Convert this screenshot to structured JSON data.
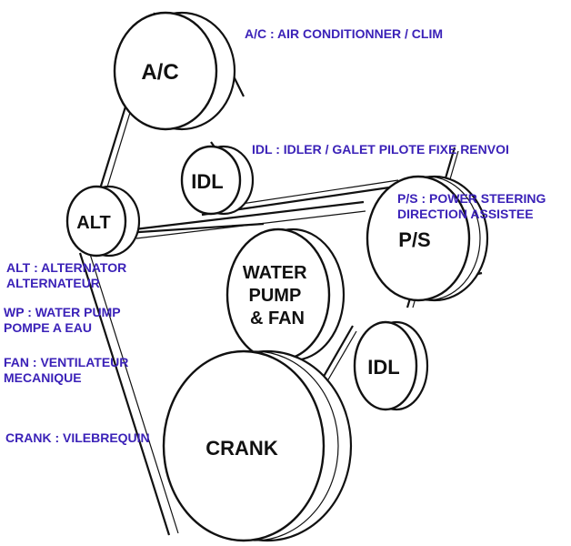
{
  "colors": {
    "legend_text": "#3b22b8",
    "line": "#111111",
    "background": "#ffffff"
  },
  "pulleys": {
    "ac": "A/C",
    "idl_upper": "IDL",
    "alt": "ALT",
    "ps": "P/S",
    "water_pump": [
      "WATER",
      "PUMP",
      "& FAN"
    ],
    "idl_lower": "IDL",
    "crank": "CRANK"
  },
  "legend": {
    "ac": [
      "A/C : AIR CONDITIONNER / CLIM"
    ],
    "idl": [
      "IDL : IDLER / GALET PILOTE FIXE RENVOI"
    ],
    "ps": [
      "P/S : POWER STEERING",
      "DIRECTION ASSISTEE"
    ],
    "alt": [
      "ALT : ALTERNATOR",
      "ALTERNATEUR"
    ],
    "wp": [
      "WP : WATER PUMP",
      "POMPE A EAU"
    ],
    "fan": [
      "FAN : VENTILATEUR",
      "MECANIQUE"
    ],
    "crank": [
      "CRANK : VILEBREQUIN"
    ]
  }
}
